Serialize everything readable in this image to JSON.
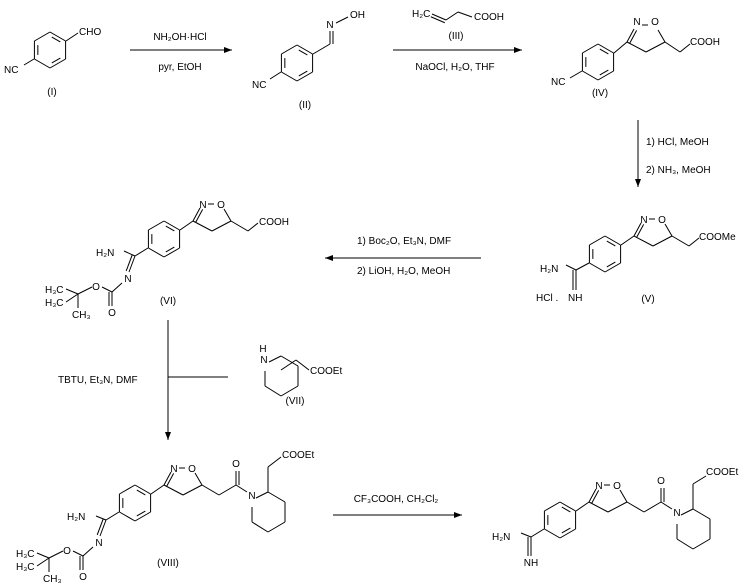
{
  "atoms": {
    "N": "N",
    "O": "O",
    "H": "H"
  },
  "compounds": {
    "i": {
      "label": "(I)",
      "cho": "CHO",
      "nc": "NC"
    },
    "ii": {
      "label": "(II)",
      "nc": "NC",
      "oh": "OH"
    },
    "iii": {
      "label": "(III)",
      "h2c": "H₂C",
      "cooh": "COOH"
    },
    "iv": {
      "label": "(IV)",
      "nc": "NC",
      "cooh": "COOH"
    },
    "v": {
      "label": "(V)",
      "h2n": "H₂N",
      "hcl": "HCl .",
      "nh": "NH",
      "coome": "COOMe"
    },
    "vi": {
      "label": "(VI)",
      "h2n": "H₂N",
      "cooh": "COOH",
      "h3c_1": "H₃C",
      "h3c_2": "H₃C",
      "ch3": "CH₃"
    },
    "vii": {
      "label": "(VII)",
      "cooet": "COOEt"
    },
    "viii": {
      "label": "(VIII)",
      "h2n": "H₂N",
      "cooet": "COOEt",
      "h3c_1": "H₃C",
      "h3c_2": "H₃C",
      "ch3": "CH₃"
    },
    "product": {
      "h2n": "H₂N",
      "nh": "NH",
      "cooet": "COOEt"
    }
  },
  "reactions": {
    "step1": {
      "above": "NH₂OH·HCl",
      "below": "pyr, EtOH"
    },
    "step2": {
      "below": "NaOCl, H₂O, THF"
    },
    "step3": {
      "line1": "1) HCl, MeOH",
      "line2": "2) NH₃, MeOH"
    },
    "step4": {
      "line1": "1) Boc₂O, Et₃N, DMF",
      "line2": "2) LiOH, H₂O, MeOH"
    },
    "step5": {
      "reagents": "TBTU, Et₃N, DMF"
    },
    "step6": {
      "above": "CF₃COOH, CH₂Cl₂"
    }
  }
}
